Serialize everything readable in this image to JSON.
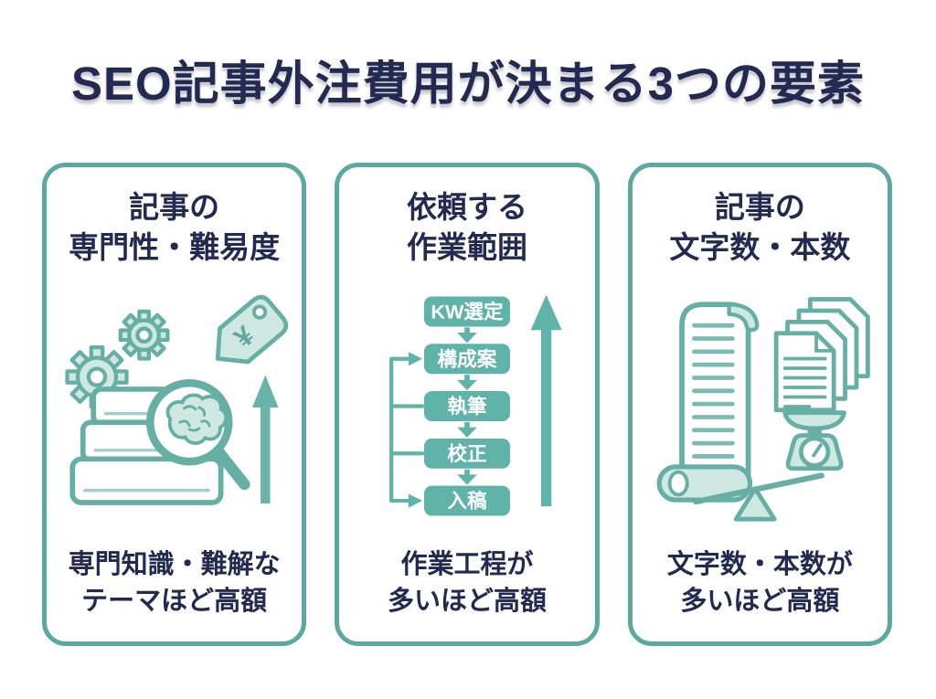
{
  "title": "SEO記事外注費用が決まる3つの要素",
  "colors": {
    "heading_navy": "#232a52",
    "card_border_teal": "#5ba99f",
    "flow_box_teal": "#5fb3a8",
    "icon_stroke_teal": "#66afa5",
    "icon_fill_light": "#cfe8e2",
    "background": "#ffffff"
  },
  "cards": [
    {
      "id": "expertise",
      "heading": [
        "記事の",
        "専門性・難易度"
      ],
      "icon": "books-gears-brain-magnifier-price-tag-rising-arrow",
      "tag_symbol": "¥",
      "caption": [
        "専門知識・難解な",
        "テーマほど高額"
      ]
    },
    {
      "id": "scope",
      "heading": [
        "依頼する",
        "作業範囲"
      ],
      "icon": "workflow-steps-with-rising-arrow",
      "flow_steps": [
        "KW選定",
        "構成案",
        "執筆",
        "校正",
        "入稿"
      ],
      "caption": [
        "作業工程が",
        "多いほど高額"
      ]
    },
    {
      "id": "volume",
      "heading": [
        "記事の",
        "文字数・本数"
      ],
      "icon": "scroll-documents-scale-balance",
      "caption": [
        "文字数・本数が",
        "多いほど高額"
      ]
    }
  ]
}
